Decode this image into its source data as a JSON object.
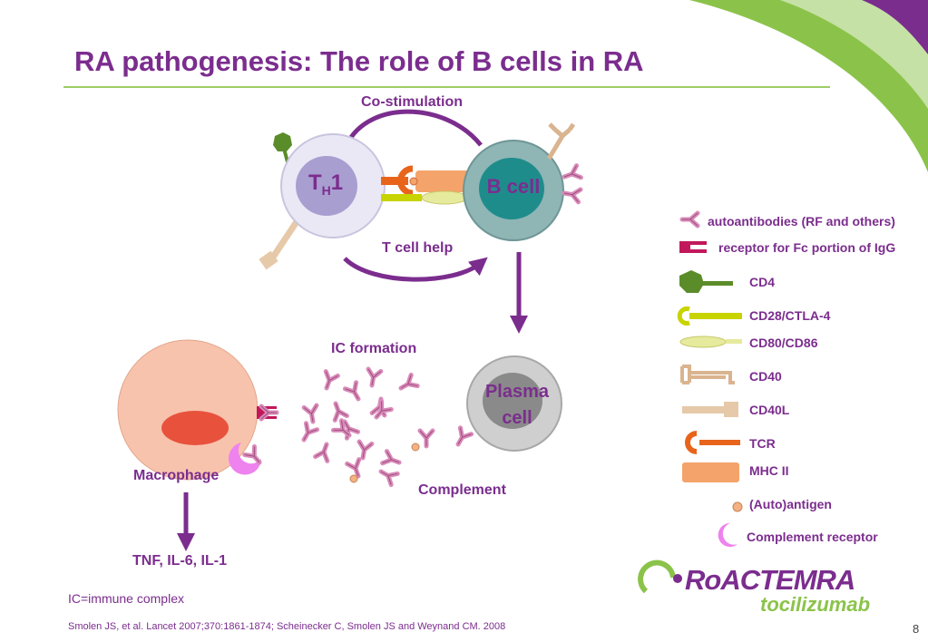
{
  "title": "RA pathogenesis: The role of B cells in RA",
  "diagram": {
    "co_stimulation": "Co-stimulation",
    "t_cell_help": "T cell help",
    "th1_main": "T",
    "th1_sub": "H",
    "th1_suffix": "1",
    "b_cell": "B cell",
    "ic_formation": "IC formation",
    "plasma_cell_line1": "Plasma",
    "plasma_cell_line2": "cell",
    "macrophage": "Macrophage",
    "complement": "Complement",
    "cytokines": "TNF, IL-6, IL-1"
  },
  "legend": [
    {
      "icon": "autoantibody-icon",
      "label": "autoantibodies (RF and others)"
    },
    {
      "icon": "fc-receptor-icon",
      "label": "receptor for Fc portion of IgG"
    },
    {
      "icon": "cd4-icon",
      "label": "CD4"
    },
    {
      "icon": "cd28-ctla4-icon",
      "label": "CD28/CTLA-4"
    },
    {
      "icon": "cd80-cd86-icon",
      "label": "CD80/CD86"
    },
    {
      "icon": "cd40-icon",
      "label": "CD40"
    },
    {
      "icon": "cd40l-icon",
      "label": "CD40L"
    },
    {
      "icon": "tcr-icon",
      "label": "TCR"
    },
    {
      "icon": "mhc-ii-icon",
      "label": "MHC II"
    },
    {
      "icon": "autoantigen-icon",
      "label": "(Auto)antigen"
    },
    {
      "icon": "complement-receptor-icon",
      "label": "Complement receptor"
    }
  ],
  "footnote": "IC=immune complex",
  "reference": "Smolen JS, et al. Lancet 2007;370:1861-1874; Scheinecker C, Smolen JS and Weynand CM. 2008",
  "page_number": "8",
  "brand": {
    "name": "RoACTEMRA",
    "generic": "tocilizumab"
  },
  "colors": {
    "title": "#7b2d8e",
    "accent_green": "#9ccc65",
    "antibody": "#d98ab8",
    "fc_receptor": "#c2185b",
    "cd4": "#5b8c2a",
    "cd28": "#c8d400",
    "cd80": "#e6ea9c",
    "cd40": "#d9b48f",
    "tcr": "#e8641b",
    "mhc": "#f4a36b",
    "complement_receptor": "#ee82ee"
  }
}
